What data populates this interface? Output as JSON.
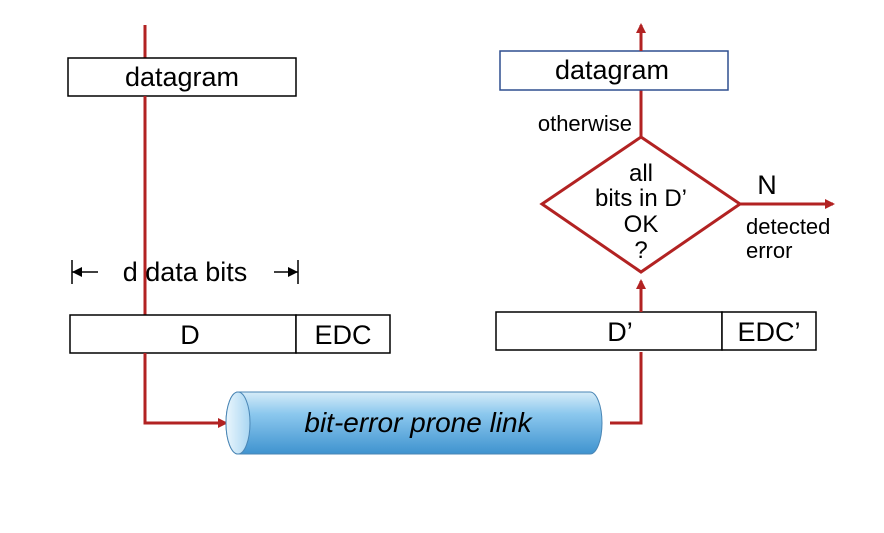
{
  "sender": {
    "datagram_label": "datagram",
    "data_bits_label": "d data bits",
    "d_label": "D",
    "edc_label": "EDC"
  },
  "link": {
    "label": "bit-error prone link"
  },
  "receiver": {
    "datagram_label": "datagram",
    "otherwise_label": "otherwise",
    "decision_lines": [
      "all",
      "bits in D’",
      "OK",
      "?"
    ],
    "no_label": "N",
    "detected_error_lines": [
      "detected",
      "error"
    ],
    "d_prime_label": "D’",
    "edc_prime_label": "EDC’"
  },
  "colors": {
    "arrow": "#b22222",
    "receiver_box_border": "#2f4f8f",
    "link_fill": "#5aaee0"
  }
}
